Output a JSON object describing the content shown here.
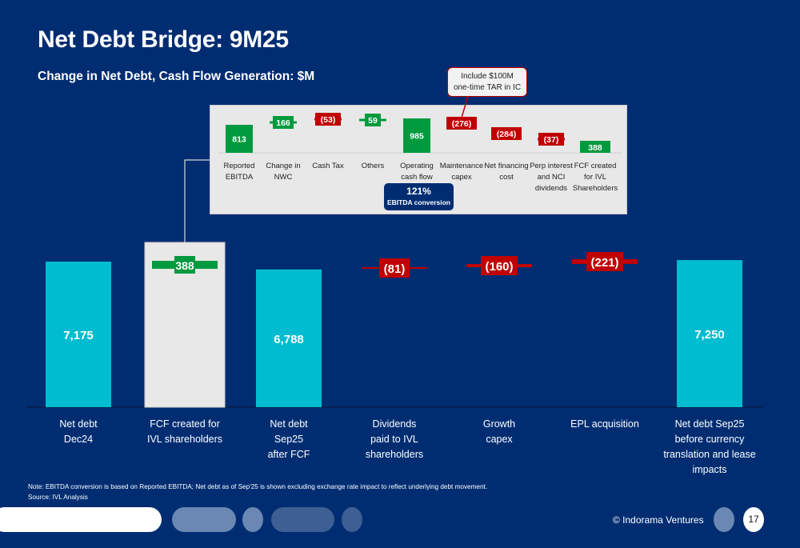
{
  "header": {
    "title": "Net Debt Bridge: 9M25",
    "subtitle": "Change in Net Debt, Cash Flow Generation: $M"
  },
  "colors": {
    "background": "#002D72",
    "net_debt_bar": "#00BCD0",
    "increase": "#009A3E",
    "decrease": "#C00000",
    "fcf_panel": "#E8E8E8"
  },
  "chart_data": [
    {
      "type": "waterfall",
      "title": "Net Debt Bridge: 9M25",
      "subtitle": "Change in Net Debt, Cash Flow Generation: $M",
      "unit": "$M",
      "categories": [
        "Net debt Dec24",
        "FCF created for IVL shareholders",
        "Net debt Sep25 after FCF",
        "Dividends paid to IVL shareholders",
        "Growth capex",
        "EPL acquisition",
        "Net debt Sep25 before currency translation and lease impacts"
      ],
      "label_lines": [
        [
          "Net debt",
          "Dec24"
        ],
        [
          "FCF created for",
          "IVL shareholders"
        ],
        [
          "Net debt",
          "Sep25",
          "after FCF"
        ],
        [
          "Dividends",
          "paid to IVL",
          "shareholders"
        ],
        [
          "Growth",
          "capex"
        ],
        [
          "EPL acquisition"
        ],
        [
          "Net debt Sep25",
          "before currency",
          "translation and lease",
          "impacts"
        ]
      ],
      "values": [
        7175,
        388,
        6788,
        -81,
        -160,
        -221,
        7250
      ],
      "value_labels": [
        "7,175",
        "388",
        "6,788",
        "(81)",
        "(160)",
        "(221)",
        "7,250"
      ],
      "kinds": [
        "total",
        "increase",
        "total",
        "decrease",
        "decrease",
        "decrease",
        "total"
      ],
      "ylim": [
        0,
        8800
      ],
      "grid": false
    },
    {
      "type": "waterfall",
      "title": "FCF created for IVL shareholders breakdown",
      "unit": "$M",
      "categories": [
        "Reported EBITDA",
        "Change in NWC",
        "Cash Tax",
        "Others",
        "Operating cash flow",
        "Maintenance capex",
        "Net financing cost",
        "Perp interest and NCI dividends",
        "FCF created for IVL Shareholders"
      ],
      "label_lines": [
        [
          "Reported",
          "EBITDA"
        ],
        [
          "Change in",
          "NWC"
        ],
        [
          "Cash Tax"
        ],
        [
          "Others"
        ],
        [
          "Operating",
          "cash flow"
        ],
        [
          "Maintenance",
          "capex"
        ],
        [
          "Net financing",
          "cost"
        ],
        [
          "Perp interest",
          "and NCI",
          "dividends"
        ],
        [
          "FCF created",
          "for IVL",
          "Shareholders"
        ]
      ],
      "values": [
        813,
        166,
        -53,
        59,
        985,
        -276,
        -284,
        -37,
        388
      ],
      "value_labels": [
        "813",
        "166",
        "(53)",
        "59",
        "985",
        "(276)",
        "(284)",
        "(37)",
        "388"
      ],
      "kinds": [
        "total",
        "increase",
        "decrease",
        "increase",
        "total",
        "decrease",
        "decrease",
        "decrease",
        "total"
      ],
      "annotations": [
        {
          "target": "Maintenance capex",
          "text_lines": [
            "Include $100M",
            "one-time TAR in IC"
          ]
        },
        {
          "target": "Operating cash flow",
          "text_lines": [
            "121%",
            "EBITDA conversion"
          ]
        }
      ]
    }
  ],
  "footer": {
    "note": "Note: EBITDA conversion is based on Reported EBITDA; Net debt as of Sep'25 is shown excluding exchange rate impact to reflect underlying debt movement.",
    "source": "Source: IVL Analysis",
    "copyright": "© Indorama Ventures",
    "page_number": "17"
  }
}
